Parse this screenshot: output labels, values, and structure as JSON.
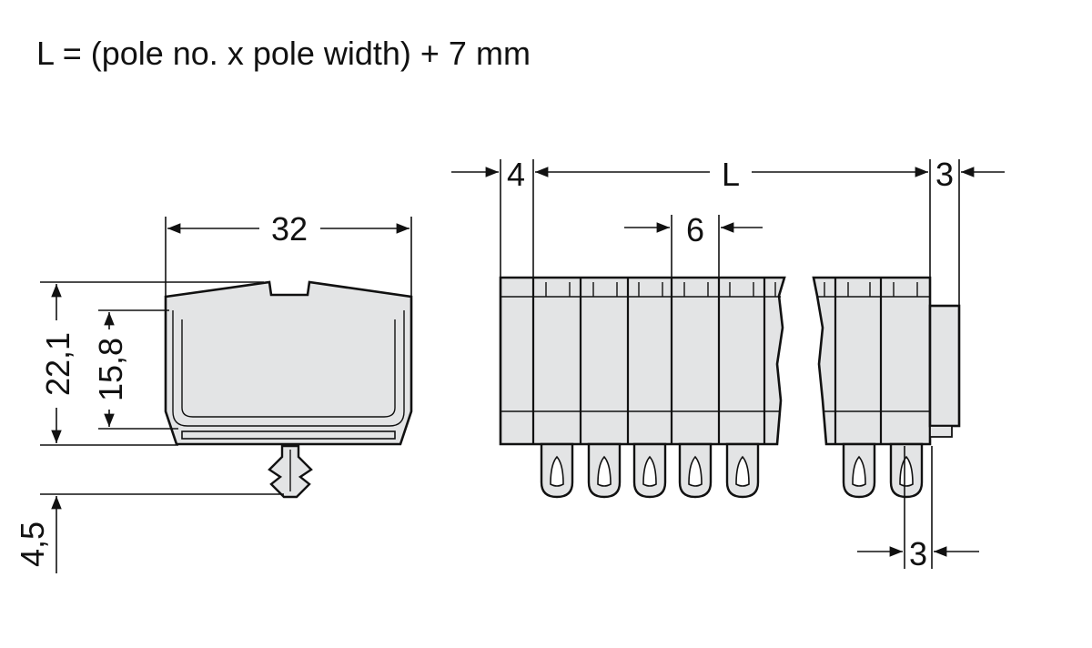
{
  "formula": "L = (pole no. x pole width) + 7 mm",
  "dimensions": {
    "width_left": "32",
    "height_total": "22,1",
    "height_inner": "15,8",
    "pin_height": "4,5",
    "offset_left": "4",
    "length": "L",
    "offset_right": "3",
    "pole_width": "6",
    "pin_offset": "3"
  },
  "colors": {
    "body_fill": "#e3e4e5",
    "line": "#111111"
  }
}
